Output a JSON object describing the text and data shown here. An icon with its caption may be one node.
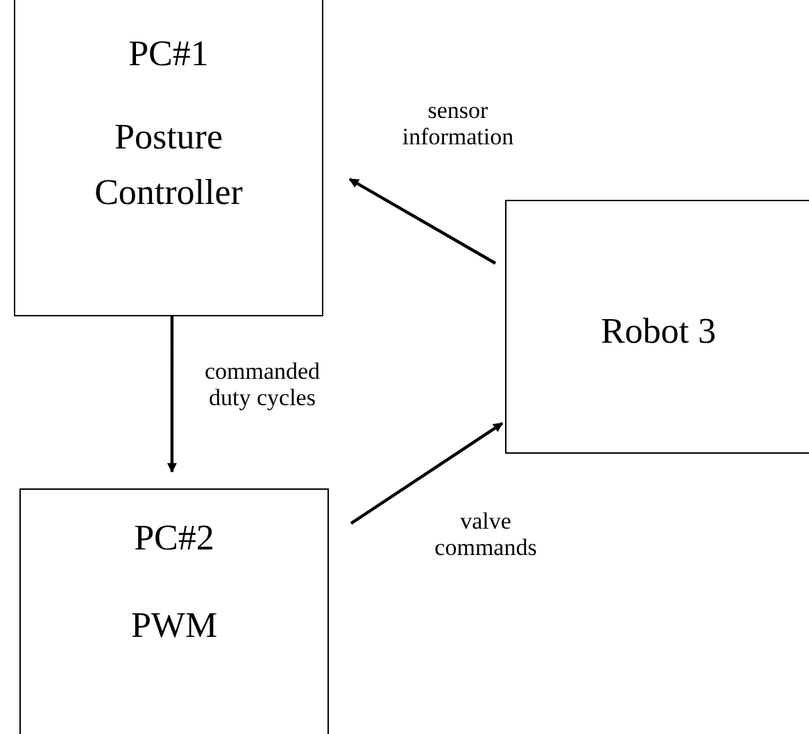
{
  "diagram": {
    "nodes": [
      {
        "text": [
          "PC#1",
          "Posture Controller"
        ]
      },
      {
        "text": [
          "PC#2",
          "PWM"
        ]
      },
      {
        "text": [
          "Robot 3"
        ]
      }
    ],
    "edges": [
      {
        "from": 0,
        "to": 1,
        "arrow": "to",
        "label": "commanded duty cycles"
      },
      {
        "from": 1,
        "to": 2,
        "arrow": "to",
        "label": "valve commands"
      },
      {
        "from": 2,
        "to": 0,
        "arrow": "to",
        "label": "sensor information"
      }
    ]
  }
}
